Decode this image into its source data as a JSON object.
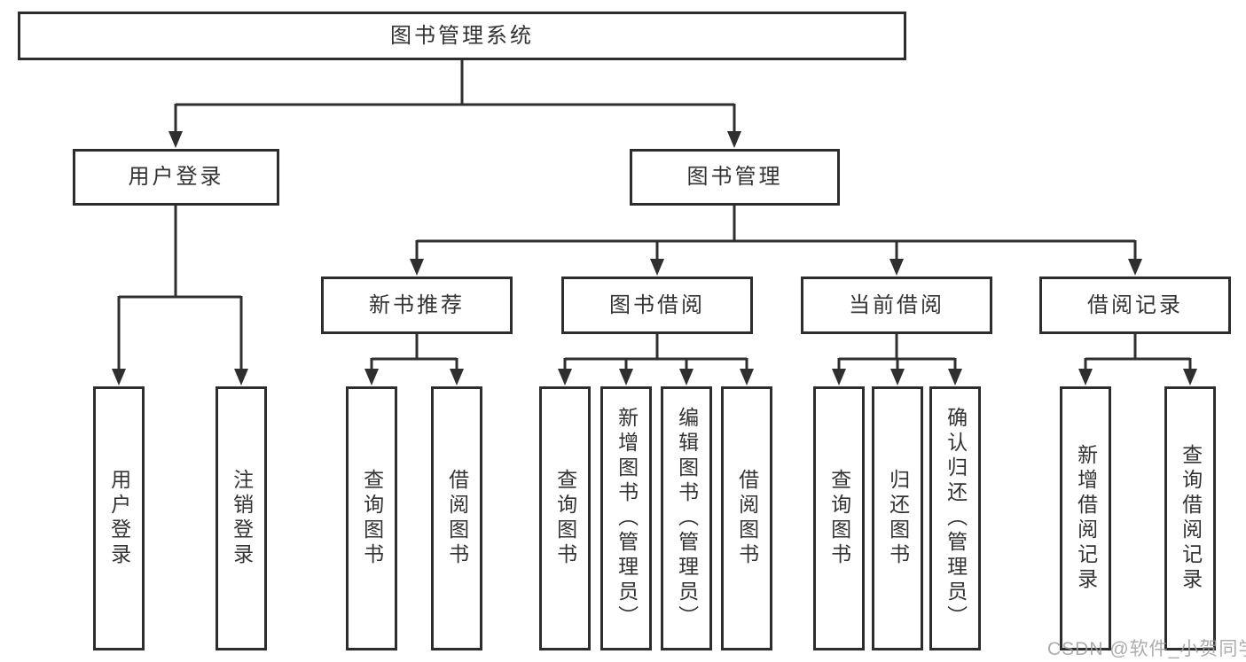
{
  "diagram": {
    "root": {
      "label": "图书管理系统"
    },
    "level2": [
      {
        "label": "用户登录",
        "children": [
          {
            "label": "用户登录"
          },
          {
            "label": "注销登录"
          }
        ]
      },
      {
        "label": "图书管理",
        "children": [
          {
            "label": "新书推荐",
            "children": [
              {
                "label": "查询图书"
              },
              {
                "label": "借阅图书"
              }
            ]
          },
          {
            "label": "图书借阅",
            "children": [
              {
                "label": "查询图书"
              },
              {
                "label": "新增图书（管理员）"
              },
              {
                "label": "编辑图书（管理员）"
              },
              {
                "label": "借阅图书"
              }
            ]
          },
          {
            "label": "当前借阅",
            "children": [
              {
                "label": "查询图书"
              },
              {
                "label": "归还图书"
              },
              {
                "label": "确认归还（管理员）"
              }
            ]
          },
          {
            "label": "借阅记录",
            "children": [
              {
                "label": "新增借阅记录"
              },
              {
                "label": "查询借阅记录"
              }
            ]
          }
        ]
      }
    ]
  },
  "watermark": {
    "text": "CSDN @软件_小贺同学"
  },
  "colors": {
    "line": "#2f2f2f",
    "box_border": "#2d2d2d",
    "text": "#333333",
    "background": "#ffffff",
    "watermark": "#9e9e9e"
  }
}
